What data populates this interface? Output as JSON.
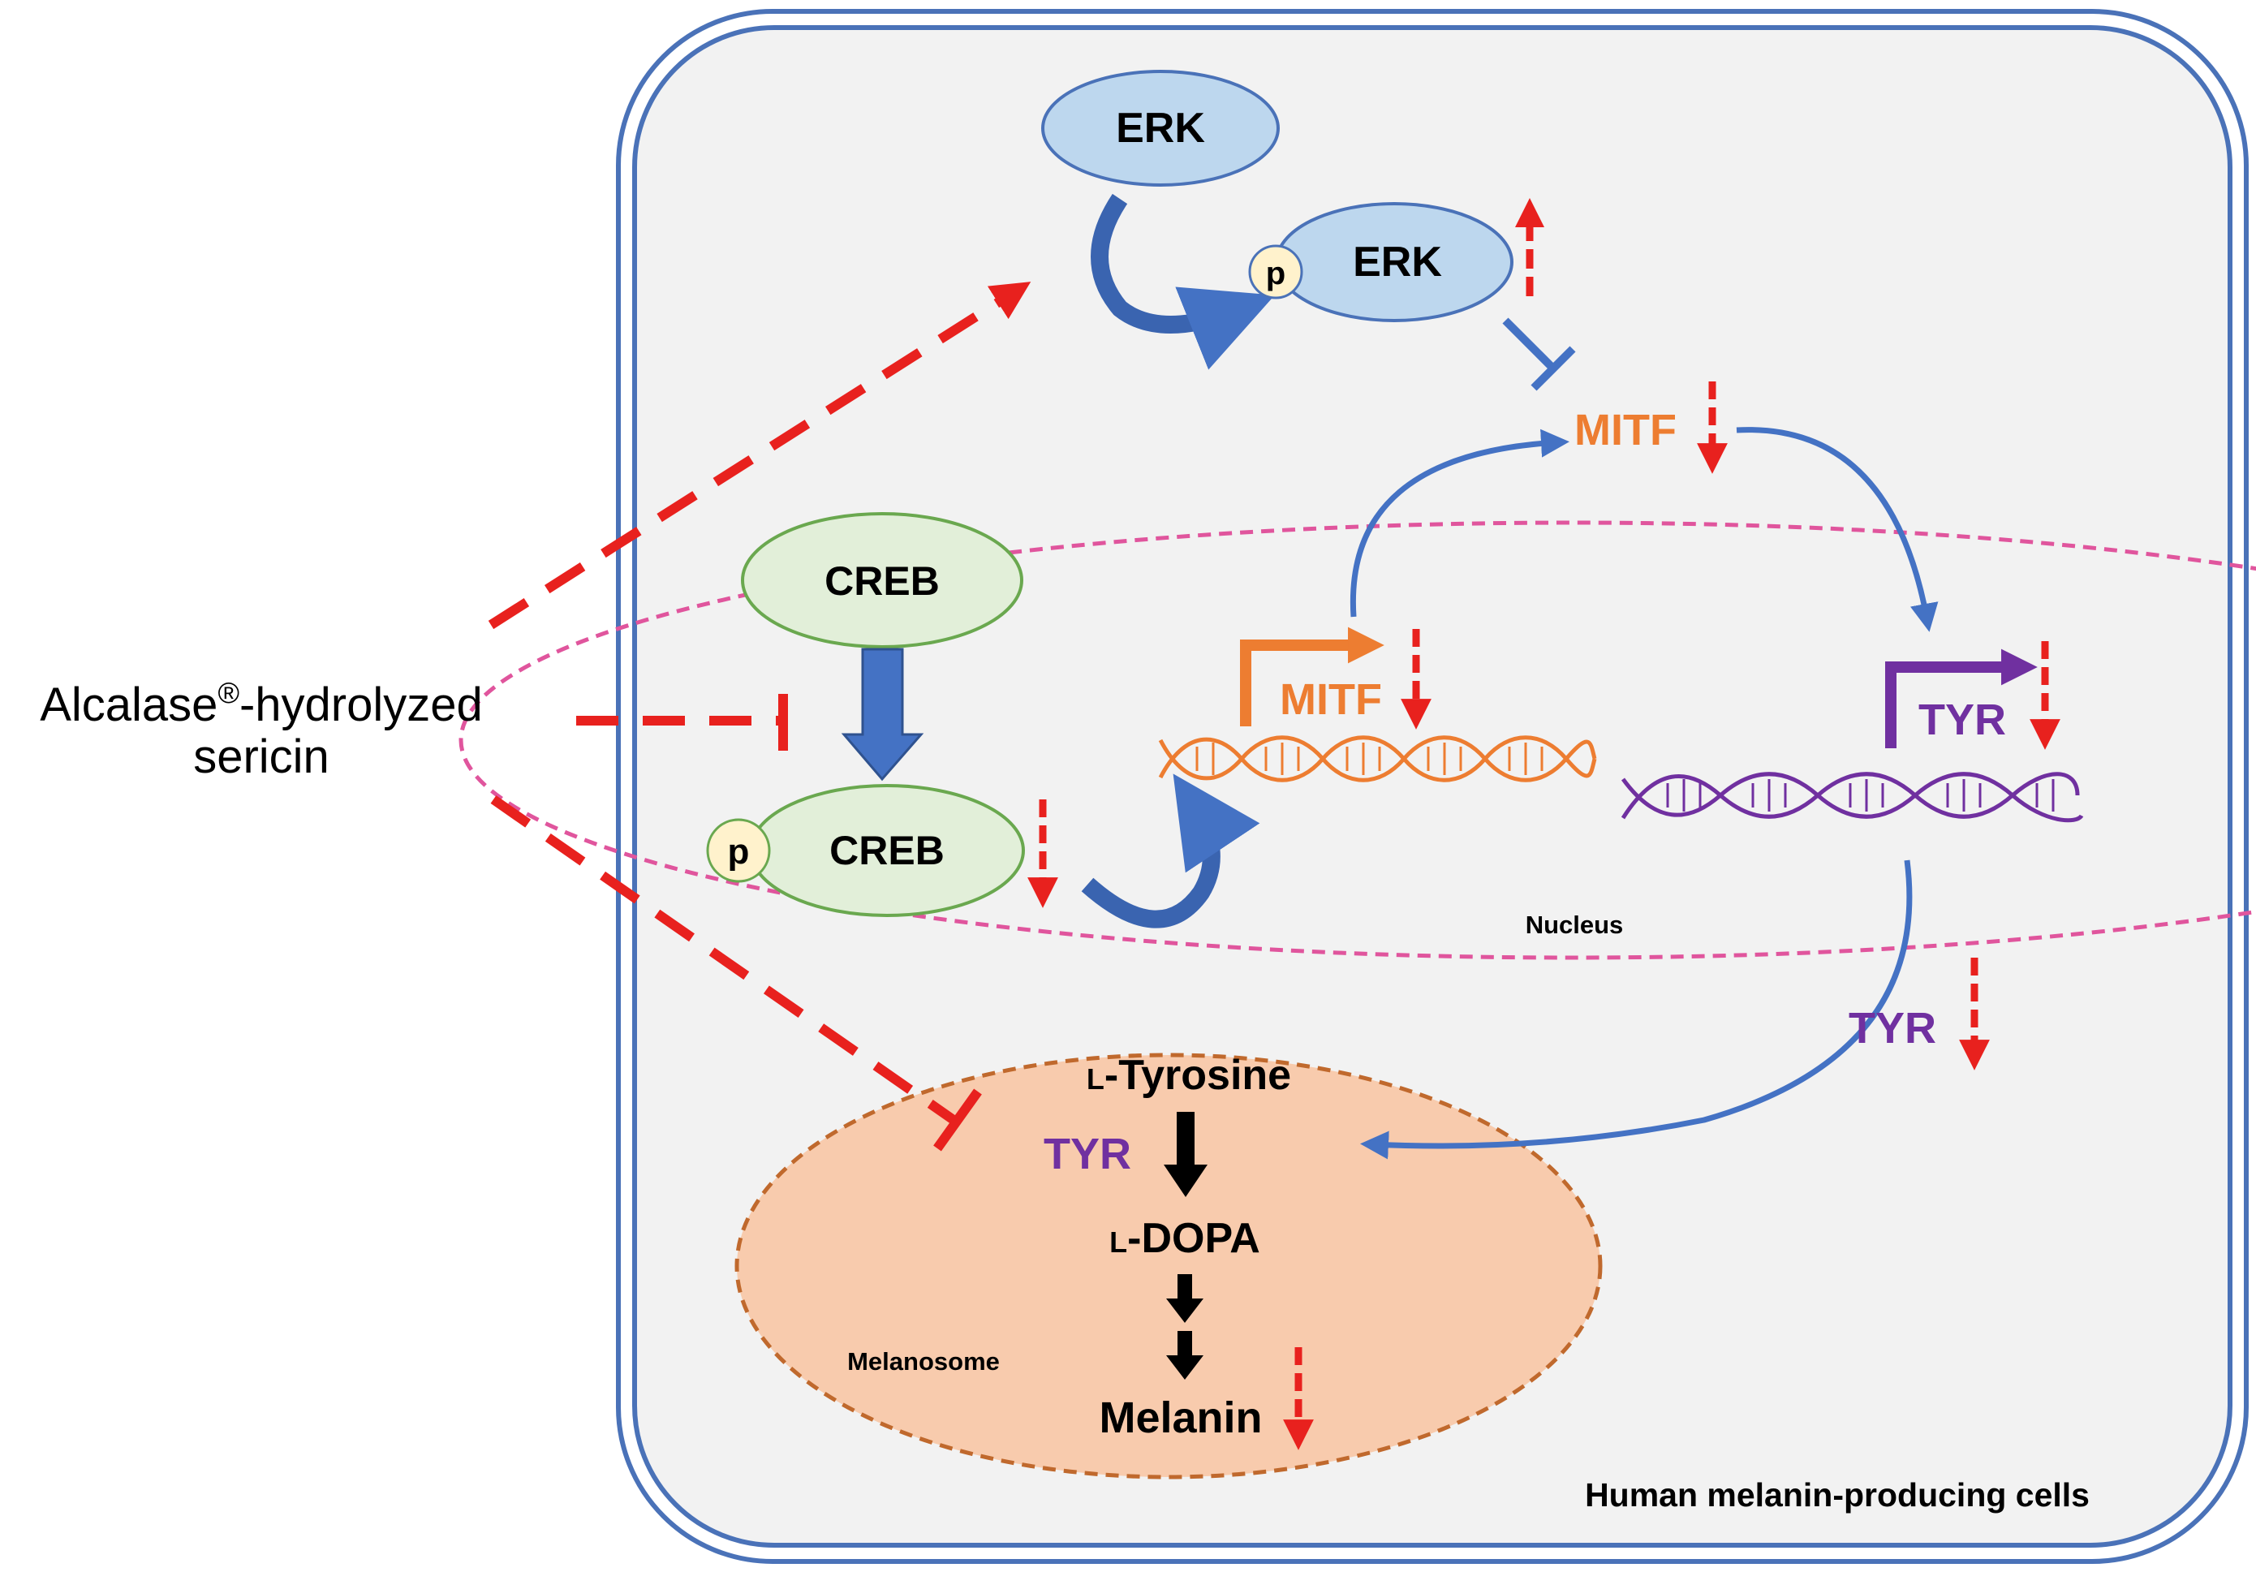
{
  "treatment": {
    "line1_prefix": "Alcalase",
    "line1_sup": "®",
    "line1_suffix": "-hydrolyzed",
    "line2": "sericin"
  },
  "cell_label": "Human melanin-producing cells",
  "nucleus_label": "Nucleus",
  "melanosome_label": "Melanosome",
  "nodes": {
    "erk": "ERK",
    "p_erk": "ERK",
    "p_erk_badge": "p",
    "creb": "CREB",
    "p_creb": "CREB",
    "p_creb_badge": "p",
    "mitf_protein": "MITF",
    "mitf_gene": "MITF",
    "tyr_gene": "TYR",
    "tyr_protein": "TYR",
    "tyr_enzyme": "TYR",
    "l_tyrosine_prefix": "L",
    "l_tyrosine_suffix": "-Tyrosine",
    "l_dopa_prefix": "L",
    "l_dopa_suffix": "-DOPA",
    "melanin": "Melanin"
  },
  "colors": {
    "cell_border": "#4a72b8",
    "cell_fill": "#f2f2f2",
    "erk_fill": "#bdd7ee",
    "erk_stroke": "#4a72b8",
    "creb_fill": "#e2efd9",
    "creb_stroke": "#6aa84f",
    "p_fill": "#fff2cc",
    "orange": "#ed7d31",
    "purple": "#7030a0",
    "red": "#e8211e",
    "blue_arrow": "#4472c4",
    "dark_blue_arrow": "#3a64b0",
    "nucleus_border": "#e0559d",
    "melanosome_fill": "#f8cbad",
    "melanosome_border": "#c0692d"
  }
}
